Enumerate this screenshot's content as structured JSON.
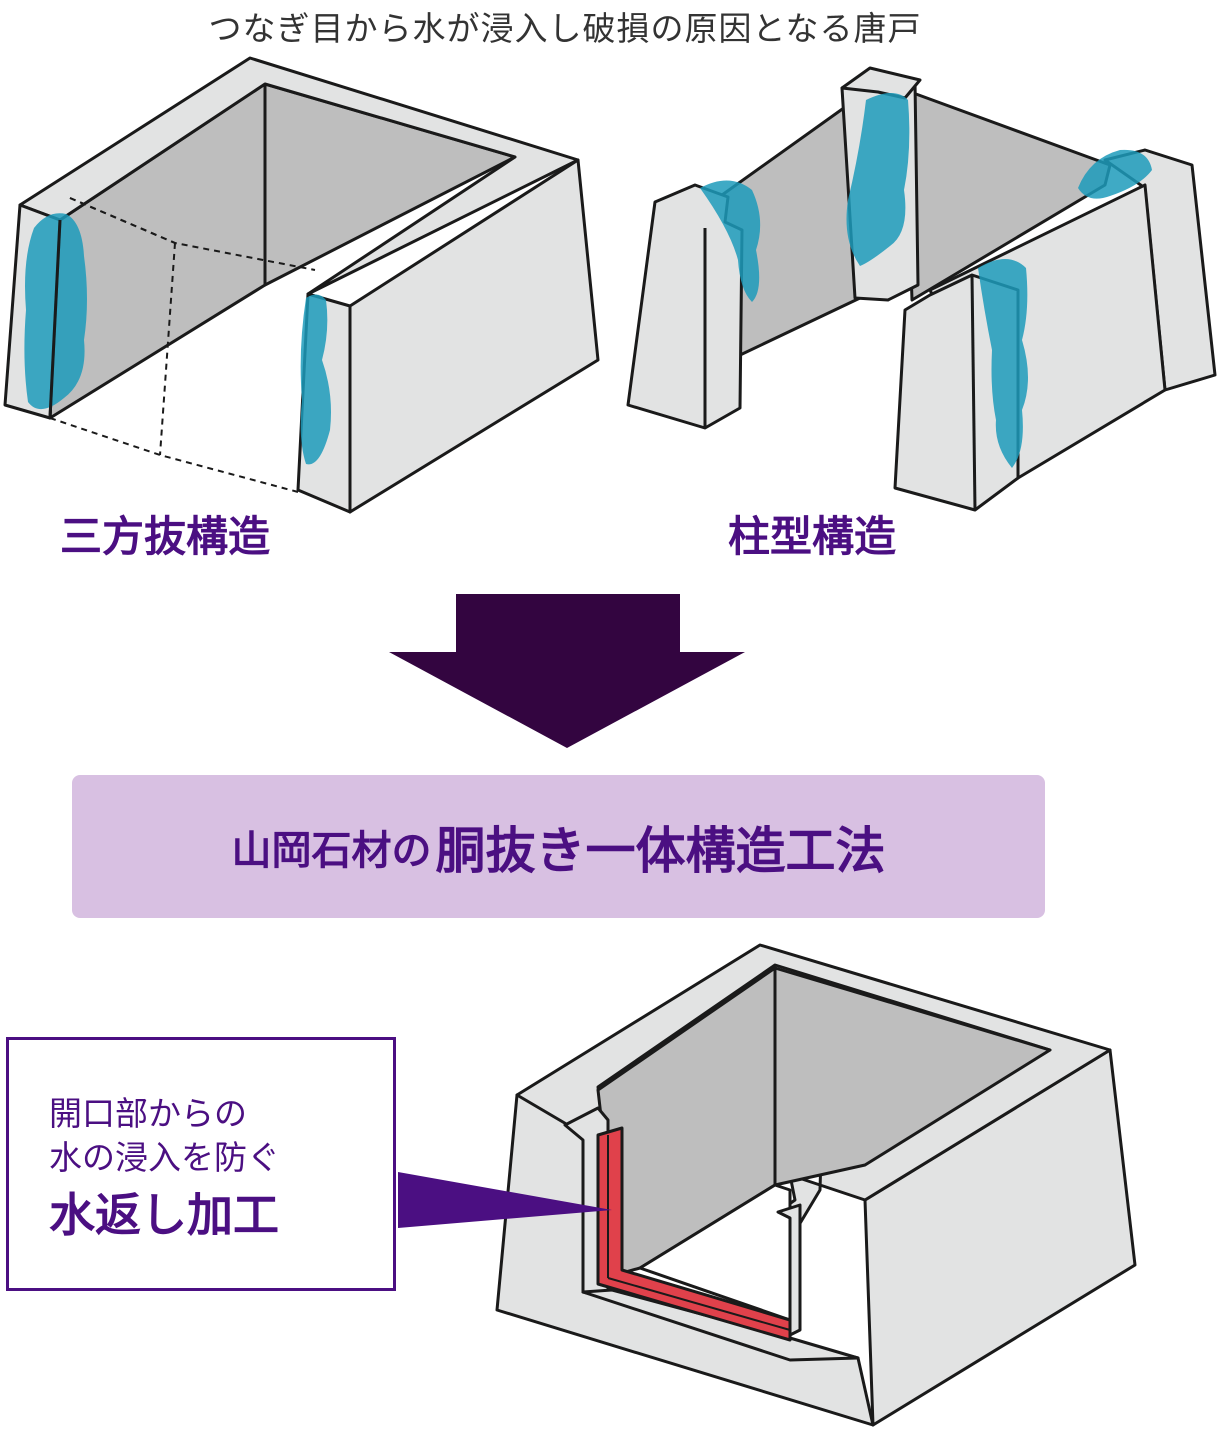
{
  "header": {
    "caption": "つなぎ目から水が浸入し破損の原因となる唐戸"
  },
  "structures": {
    "left_label": "三方抜構造",
    "right_label": "柱型構造"
  },
  "method": {
    "prefix": "山岡石材の",
    "name": "胴抜き一体構造工法"
  },
  "callout": {
    "line1": "開口部からの",
    "line2": "水の浸入を防ぐ",
    "emphasis": "水返し加工"
  },
  "colors": {
    "stone_face": "#e2e3e3",
    "stone_inner": "#bebebe",
    "outline": "#1a1a1a",
    "water": "#1d9bbb",
    "accent_purple": "#4b0f82",
    "arrow": "#330540",
    "banner_bg": "#d8c0e2",
    "waterproof_red": "#e0414b"
  }
}
